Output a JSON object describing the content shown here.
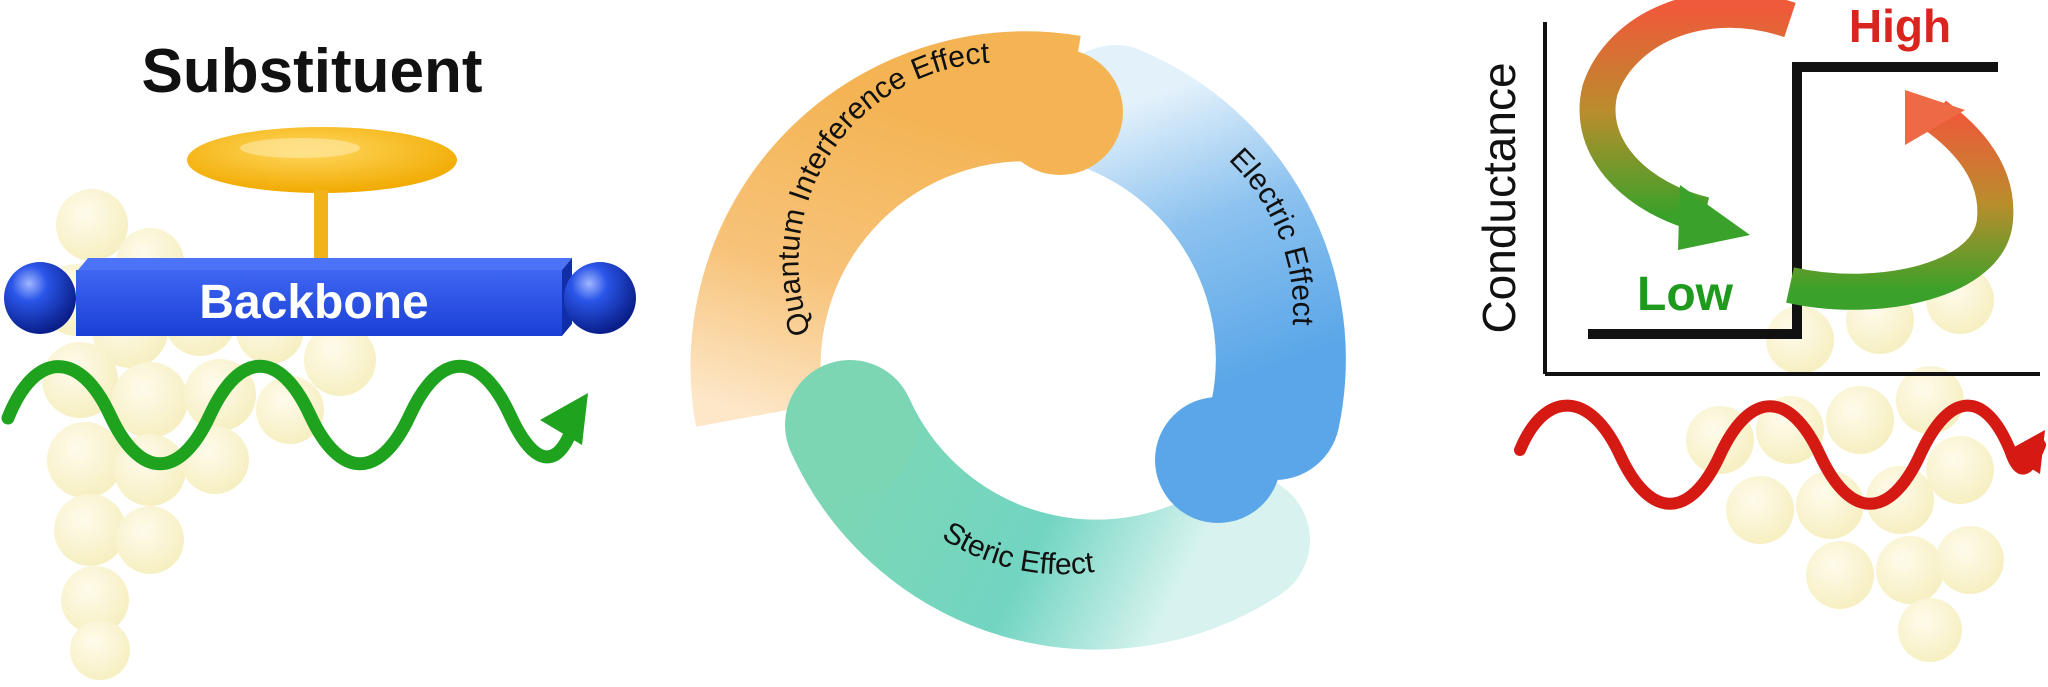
{
  "left_panel": {
    "substituent_label": "Substituent",
    "backbone_label": "Backbone"
  },
  "center_cycle": {
    "quantum_label": "Quantum Interference Effect",
    "electric_label": "Electric Effect",
    "steric_label": "Steric Effect"
  },
  "right_panel": {
    "axis_label": "Conductance",
    "high_label": "High",
    "low_label": "Low"
  },
  "colors": {
    "backbone": "#1a3fd6",
    "substituent": "#f5b400",
    "green_wave": "#1fa31f",
    "red_wave": "#d51a14",
    "quantum_arc": "#f5b75a",
    "electric_arc": "#5ea9ea",
    "steric_arc": "#6fd3b8",
    "high_text": "#d9251d",
    "low_text": "#1e9a1e"
  }
}
